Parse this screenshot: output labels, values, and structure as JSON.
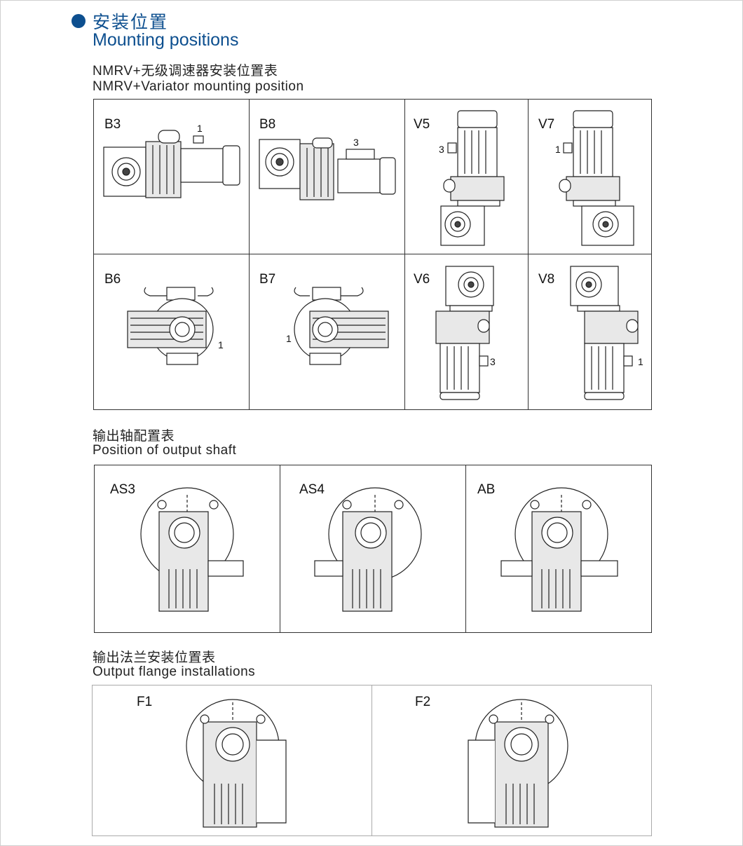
{
  "header": {
    "title_cn": "安装位置",
    "title_en": "Mounting positions"
  },
  "mounting": {
    "subtitle_cn": "NMRV+无级调速器安装位置表",
    "subtitle_en": "NMRV+Variator mounting position",
    "cells": [
      {
        "label": "B3",
        "callout": "1"
      },
      {
        "label": "B8",
        "callout": "3"
      },
      {
        "label": "V5",
        "callout": "3"
      },
      {
        "label": "V7",
        "callout": "1"
      },
      {
        "label": "B6",
        "callout": "1"
      },
      {
        "label": "B7",
        "callout": "1"
      },
      {
        "label": "V6",
        "callout": "3"
      },
      {
        "label": "V8",
        "callout": "1"
      }
    ]
  },
  "shaft": {
    "subtitle_cn": "输出轴配置表",
    "subtitle_en": "Position of output shaft",
    "cells": [
      {
        "label": "AS3"
      },
      {
        "label": "AS4"
      },
      {
        "label": "AB"
      }
    ]
  },
  "flange": {
    "subtitle_cn": "输出法兰安装位置表",
    "subtitle_en": "Output flange installations",
    "cells": [
      {
        "label": "F1"
      },
      {
        "label": "F2"
      }
    ]
  },
  "colors": {
    "heading": "#0d4f8f",
    "line": "#333333"
  }
}
